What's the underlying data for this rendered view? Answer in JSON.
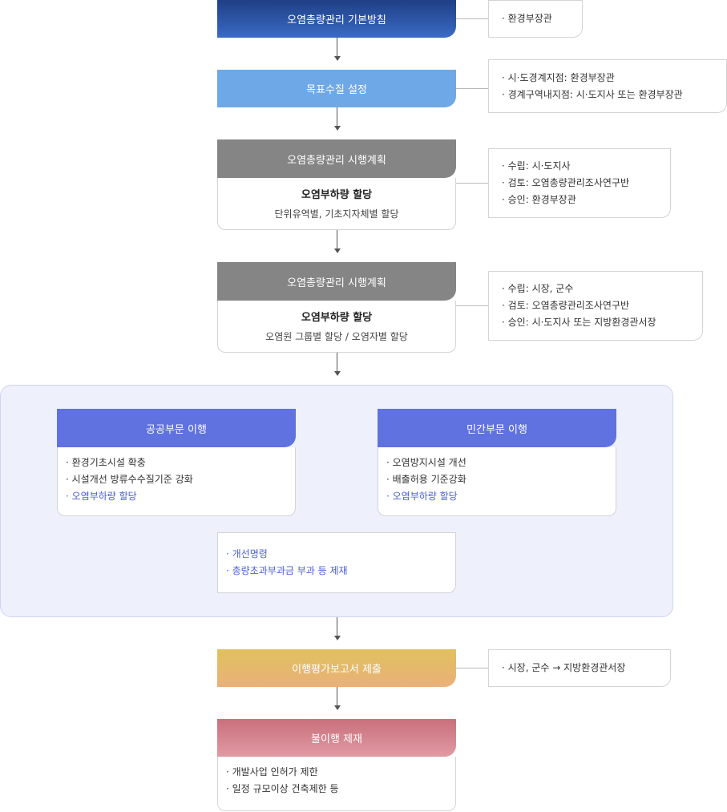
{
  "steps": {
    "basic_policy": {
      "title": "오염총량관리 기본방침"
    },
    "target_quality": {
      "title": "목표수질 설정"
    },
    "plan1": {
      "header": "오염총량관리 시행계획",
      "title": "오염부하량 할당",
      "subtitle": "단위유역별, 기초지자체별 할당"
    },
    "plan2": {
      "header": "오염총량관리 시행계획",
      "title": "오염부하량 할당",
      "subtitle": "오염원 그룹별 할당 / 오염자별 할당"
    },
    "report": {
      "title": "이행평가보고서 제출"
    },
    "noncompliance": {
      "header": "불이행 제재",
      "items": [
        "· 개발사업 인허가 제한",
        "· 일정 규모이상 건축제한 등"
      ]
    }
  },
  "notes": {
    "basic_policy": [
      "· 환경부장관"
    ],
    "target_quality": [
      "· 시·도경계지점: 환경부장관",
      "· 경계구역내지점: 시·도지사 또는 환경부장관"
    ],
    "plan1": [
      "· 수립: 시·도지사",
      "· 검토: 오염총량관리조사연구반",
      "· 승인: 환경부장관"
    ],
    "plan2": [
      "· 수립: 시장, 군수",
      "· 검토: 오염총량관리조사연구반",
      "· 승인: 시·도지사 또는 지방환경관서장"
    ],
    "report": [
      "· 시장, 군수 → 지방환경관서장"
    ]
  },
  "implementation": {
    "public": {
      "header": "공공부문 이행",
      "items": [
        "· 환경기초시설 확충",
        "· 시설개선 방류수수질기준 강화",
        "· 오염부하량 할당"
      ]
    },
    "private": {
      "header": "민간부문 이행",
      "items": [
        "· 오염방지시설 개선",
        "· 배출허용 기준강화",
        "· 오염부하량 할당"
      ]
    },
    "sanctions": {
      "items": [
        "· 개선명령",
        "· 총량초과부과금 부과 등 제재"
      ]
    }
  },
  "colors": {
    "navy": "#1f3f86",
    "light_blue": "#6fa8e6",
    "gray": "#858585",
    "blue": "#5f72e0",
    "gold": "#e0c15e",
    "rose": "#c9707c",
    "highlight": "#4a5fd8"
  }
}
